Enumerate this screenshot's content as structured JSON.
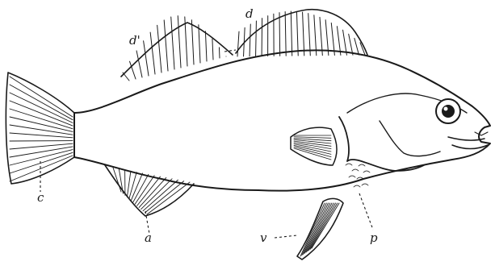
{
  "figure": {
    "labels": {
      "dorsal_spiny": "d'",
      "dorsal_soft": "d",
      "caudal": "c",
      "anal": "a",
      "ventral": "v",
      "pectoral": "p"
    }
  }
}
